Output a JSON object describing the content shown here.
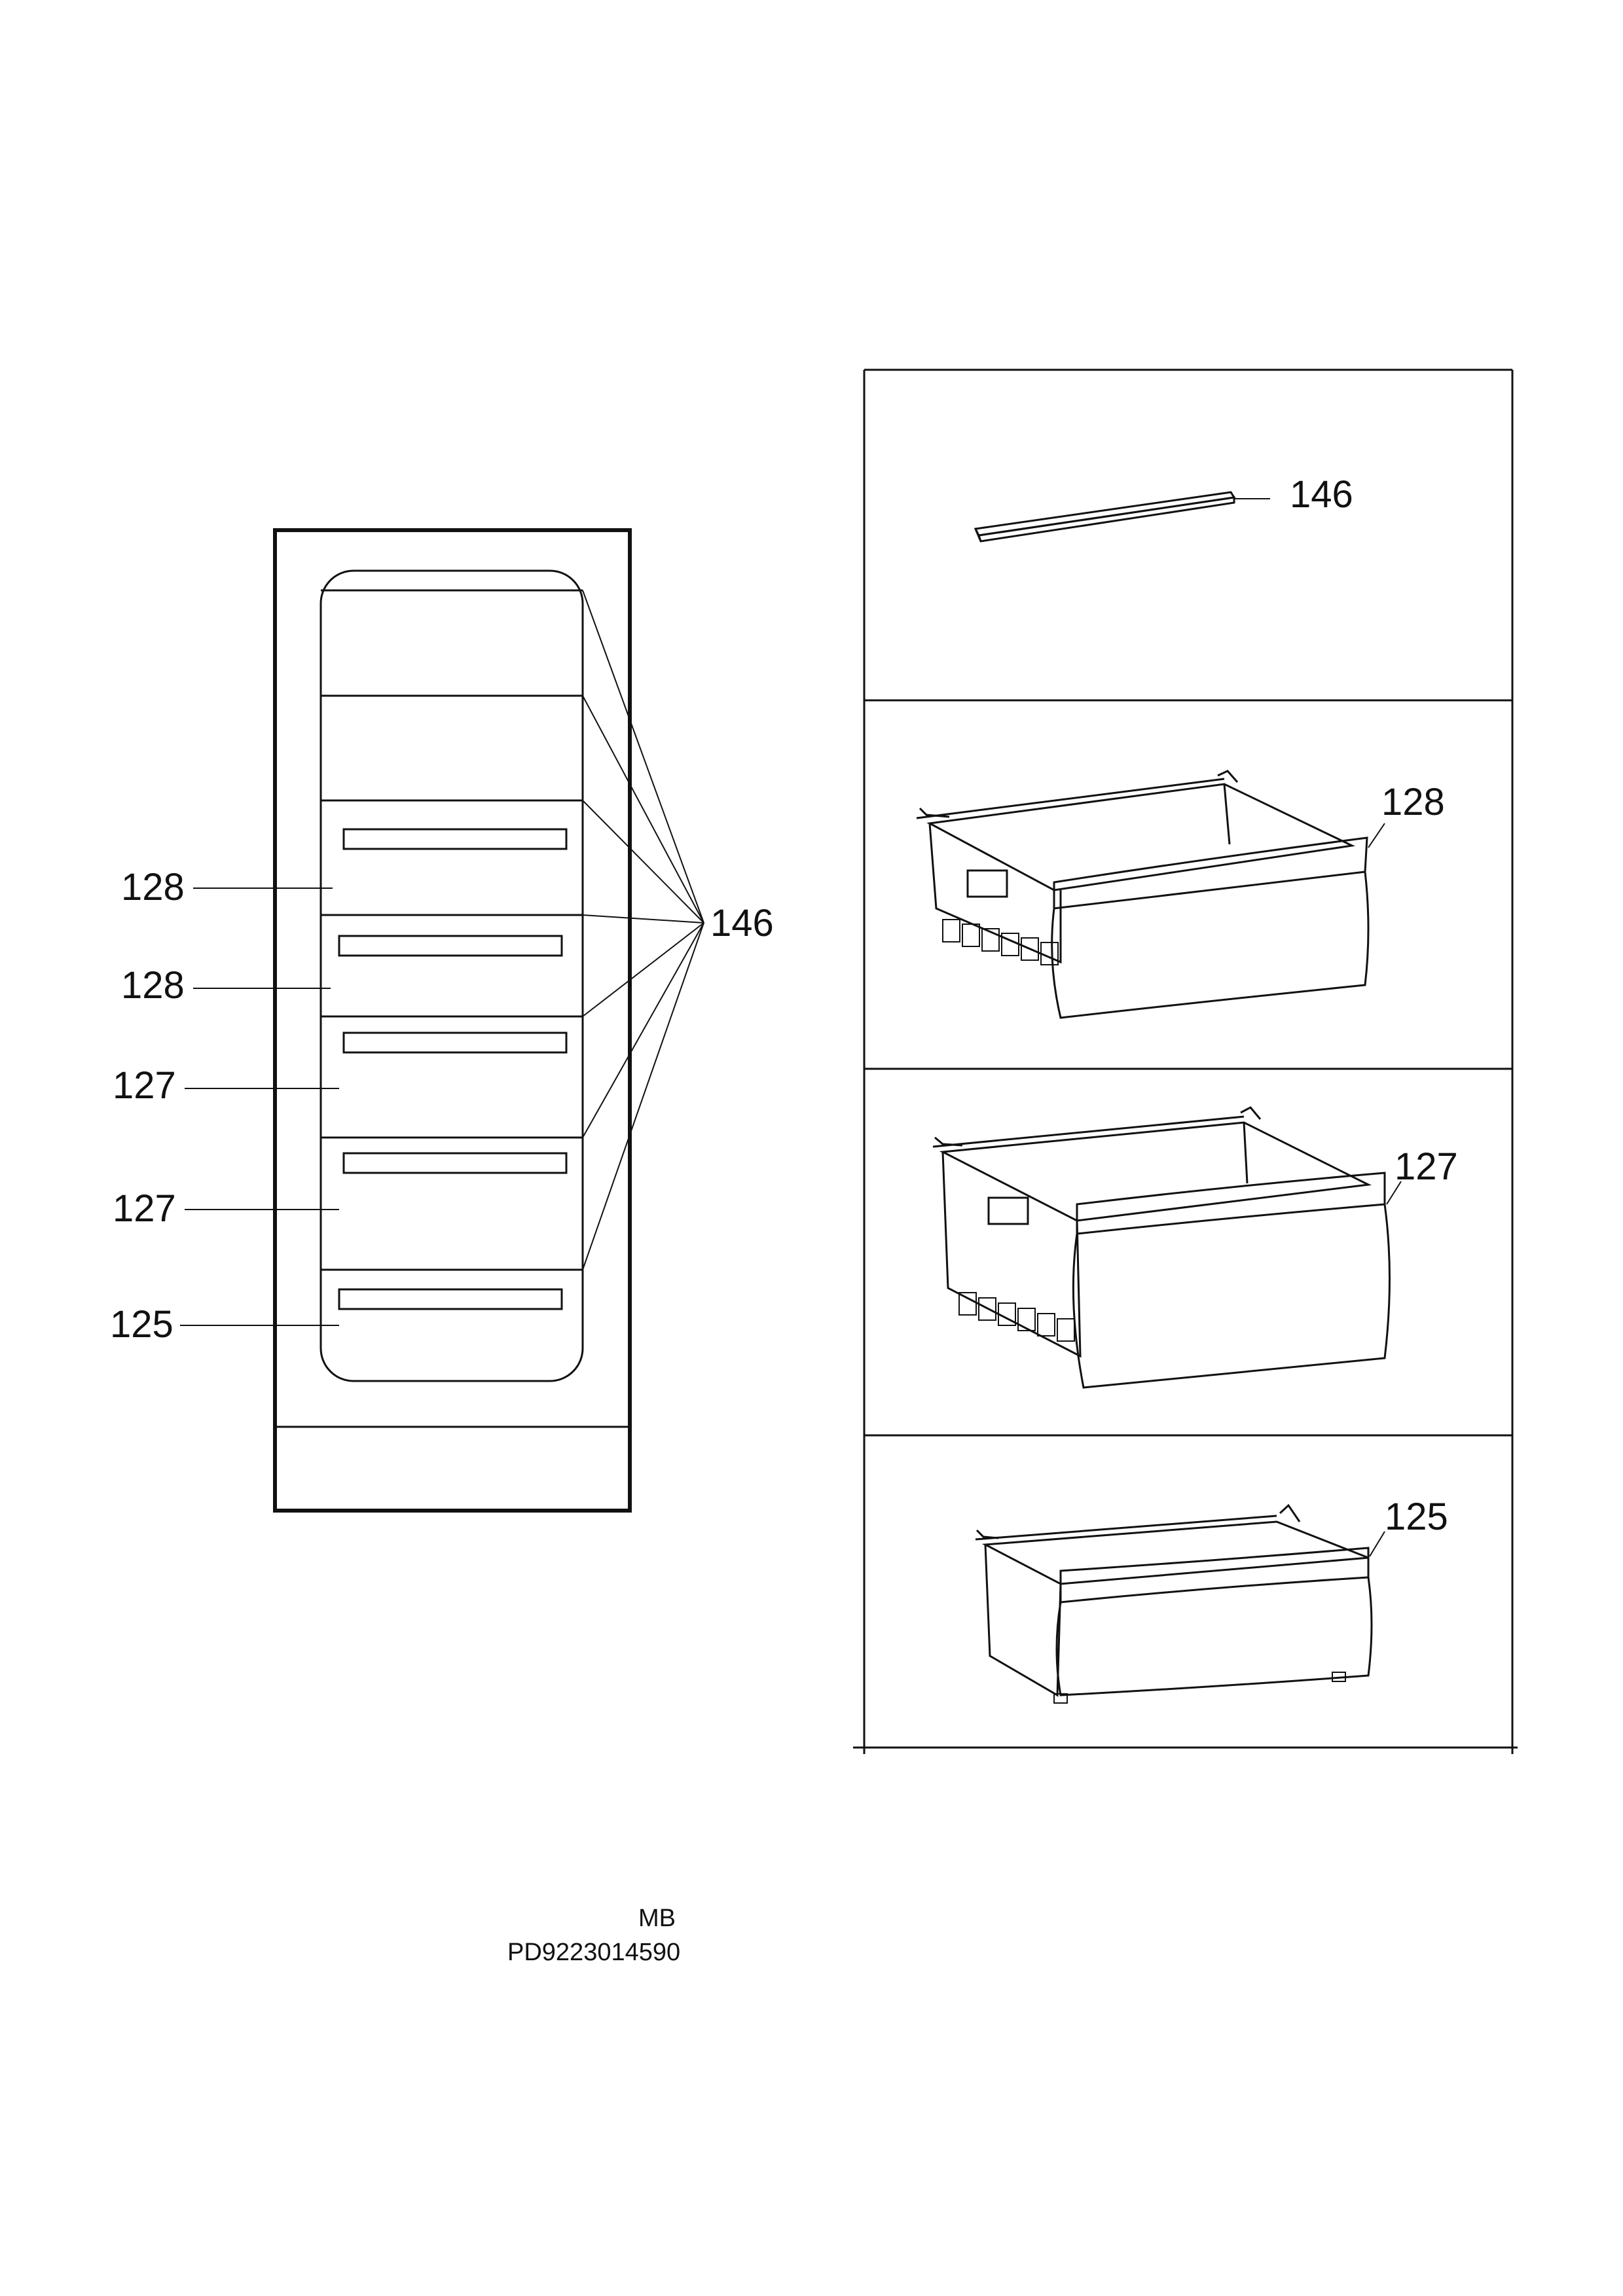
{
  "left_view": {
    "callouts": [
      {
        "key": "row1",
        "text": "128"
      },
      {
        "key": "row2",
        "text": "128"
      },
      {
        "key": "row3",
        "text": "127"
      },
      {
        "key": "row4",
        "text": "127"
      },
      {
        "key": "row5",
        "text": "125"
      }
    ],
    "shelf_callout": "146"
  },
  "parts": [
    {
      "name": "shelf-rail",
      "label": "146"
    },
    {
      "name": "drawer-large",
      "label": "128"
    },
    {
      "name": "drawer-deep",
      "label": "127"
    },
    {
      "name": "drawer-small",
      "label": "125"
    }
  ],
  "footer": {
    "line1": "MB",
    "line2": "PD9223014590"
  }
}
